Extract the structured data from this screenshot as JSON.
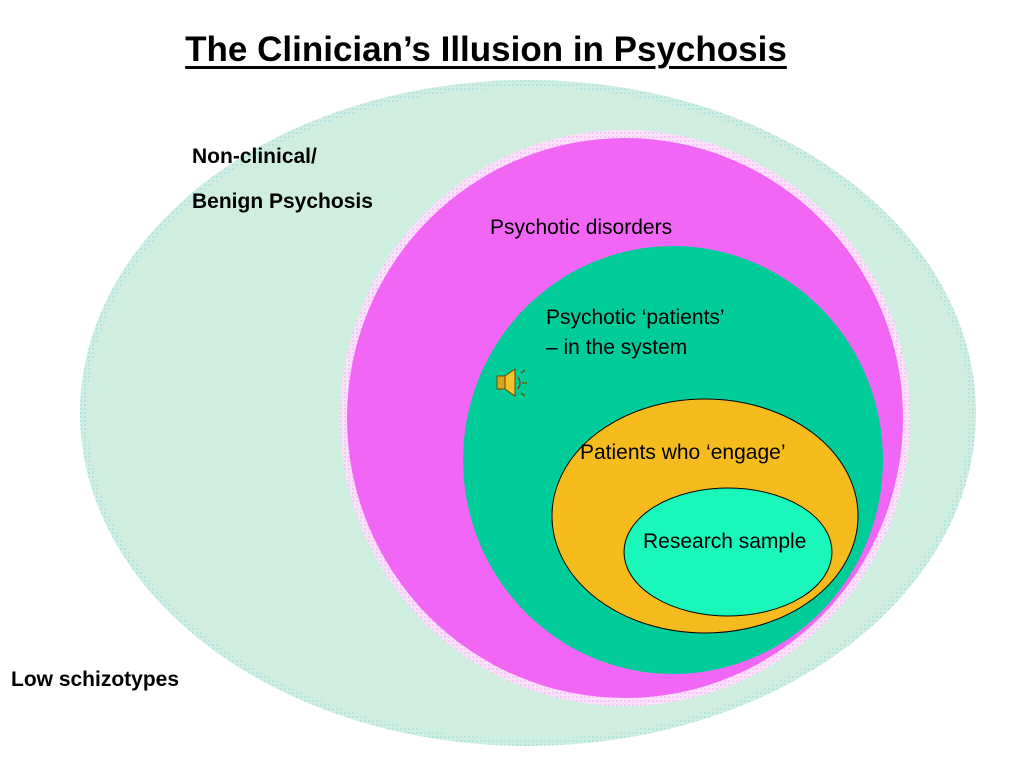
{
  "title": "The Clinician’s Illusion in Psychosis",
  "regions": {
    "outer": {
      "label_lines": [
        "Non-clinical/",
        "Benign Psychosis"
      ],
      "color": "#cfeee0"
    },
    "low_schizotypes": {
      "label": "Low schizotypes"
    },
    "disorders": {
      "label": "Psychotic disorders",
      "color": "#f266f5"
    },
    "patients": {
      "label_lines": [
        "Psychotic ‘patients’",
        "– in the system"
      ],
      "color": "#00cc99"
    },
    "engage": {
      "label": "Patients who ‘engage’",
      "color": "#f6bb1c"
    },
    "research": {
      "label": "Research sample",
      "color": "#1af7bb"
    }
  },
  "icons": {
    "sound": "speaker-icon"
  }
}
